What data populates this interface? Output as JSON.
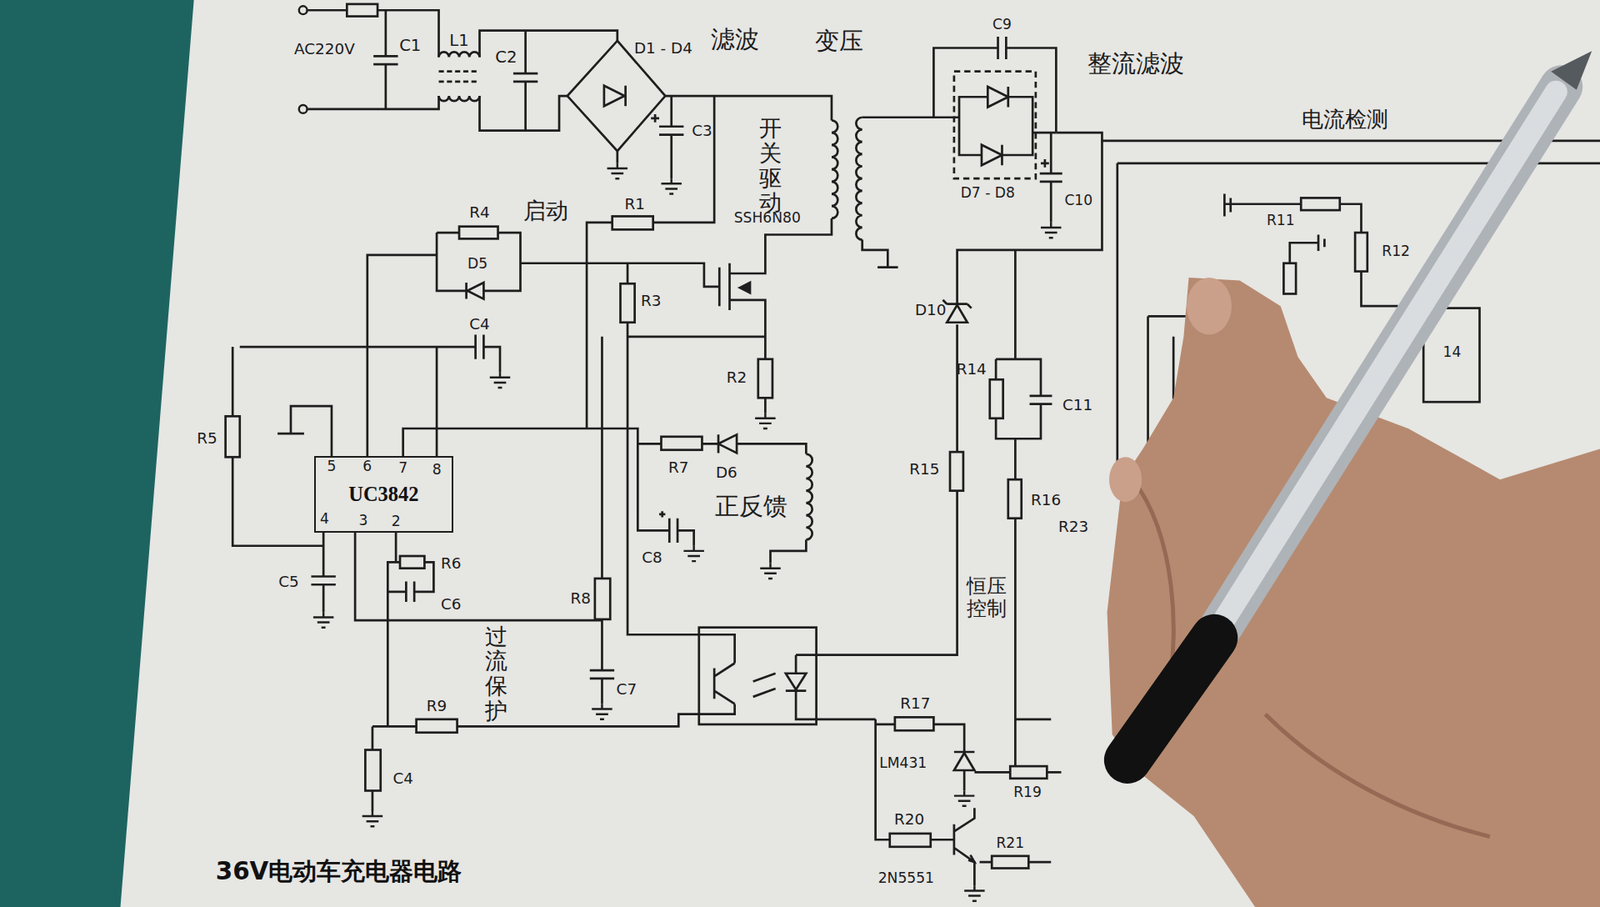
{
  "diagram": {
    "caption": "36V电动车充电器电路",
    "nodes": [
      {
        "text": [
          "UC3842"
        ]
      }
    ],
    "labels": [
      "AC220V",
      "C1",
      "L1",
      "C2",
      "D1 - D4",
      "滤波",
      "变压",
      "C9",
      "整流滤波",
      "电流检测",
      "C3",
      "开关驱动",
      "D7 - D8",
      "C10",
      "R4",
      "启动",
      "R1",
      "SSH6N80",
      "R11",
      "R12",
      "D5",
      "R3",
      "D10",
      "C4",
      "14",
      "R14",
      "R2",
      "C11",
      "R5",
      "5",
      "6",
      "7",
      "8",
      "4",
      "3",
      "2",
      "R7",
      "D6",
      "R15",
      "R16",
      "正反馈",
      "R23",
      "R6",
      "C8",
      "C5",
      "恒压控制",
      "R8",
      "C6",
      "过流保护",
      "C7",
      "R9",
      "R17",
      "LM431",
      "C4",
      "R19",
      "R20",
      "R21",
      "2N5551"
    ]
  }
}
